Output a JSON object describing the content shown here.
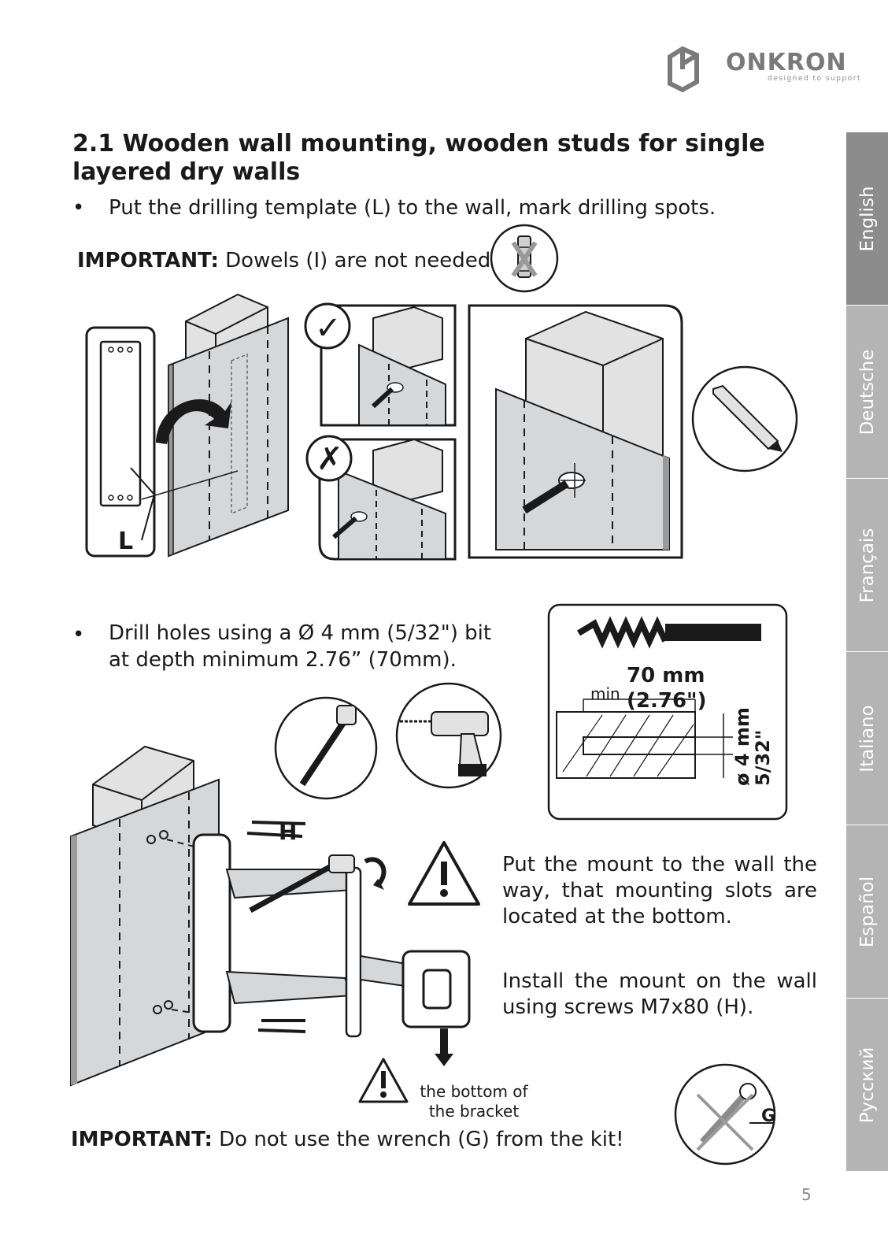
{
  "header": {
    "brand": "ONKRON",
    "tagline": "designed to support"
  },
  "section": {
    "title": "2.1 Wooden wall mounting, wooden studs for single layered dry walls",
    "bullet_symbol": "•",
    "step1": "Put the drilling template (L) to the wall, mark drilling spots.",
    "important1_label": "IMPORTANT:",
    "important1_text": " Dowels (I) are not needed!",
    "step2": "Drill holes using a Ø 4 mm (5/32\") bit at depth minimum 2.76” (70mm).",
    "mount_instruction": "Put the mount to the wall the way, that mounting slots are located at the bottom.",
    "install_instruction": "Install the mount on the wall using screws M7x80 (H).",
    "bottom_label": "the bottom of the bracket",
    "important2_label": "IMPORTANT:",
    "important2_text": " Do not use the wrench (G) from the kit!"
  },
  "labels": {
    "template": "L",
    "screws": "H",
    "wrench": "G",
    "check": "✓",
    "cross": "✗"
  },
  "drill_diagram": {
    "depth": "70 mm",
    "min": "min",
    "depth_in": "(2.76\")",
    "diameter": "ø 4 mm",
    "diameter_in": "5/32\""
  },
  "side_tabs": [
    {
      "label": "English",
      "active": true
    },
    {
      "label": "Deutsche",
      "active": false
    },
    {
      "label": "Français",
      "active": false
    },
    {
      "label": "Italiano",
      "active": false
    },
    {
      "label": "Español",
      "active": false
    },
    {
      "label": "Русский",
      "active": false
    }
  ],
  "page_number": "5",
  "colors": {
    "wall": "#d5d8da",
    "tab_active": "#8c8c8c",
    "tab_inactive": "#b4b4b4",
    "logo": "#7a7a7a"
  }
}
